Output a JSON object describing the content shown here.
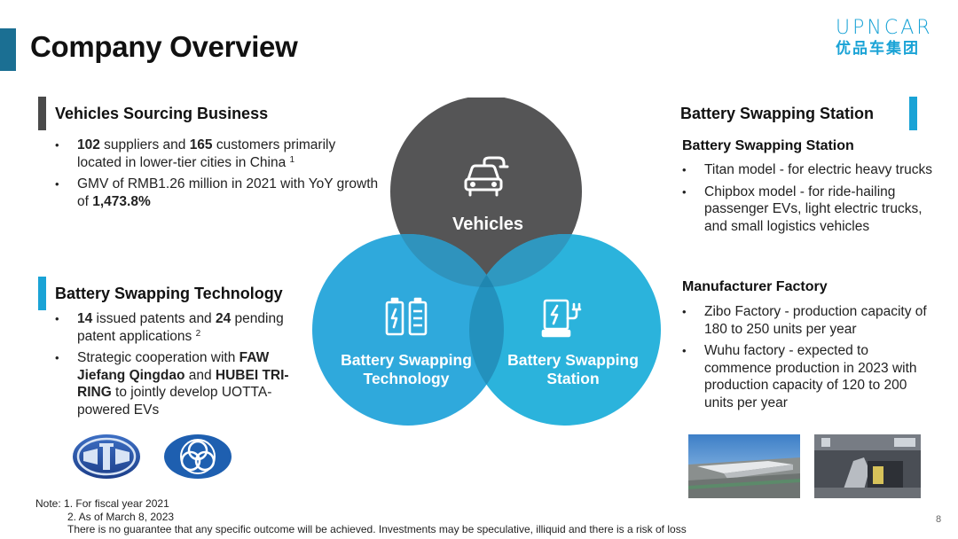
{
  "page_title": "Company Overview",
  "logo": {
    "en": "UPNCAR",
    "cn": "优品车集团"
  },
  "vehicles_sourcing": {
    "title": "Vehicles Sourcing Business",
    "b1": {
      "n1": "102",
      "t1": " suppliers and ",
      "n2": "165",
      "t2": " customers primarily located in lower-tier cities in China ",
      "sup": "1"
    },
    "b2": {
      "t1": "GMV of RMB1.26 million in 2021 with YoY growth of ",
      "n1": "1,473.8%"
    }
  },
  "swapping_tech": {
    "title": "Battery Swapping Technology",
    "b1": {
      "n1": "14",
      "t1": " issued patents and ",
      "n2": "24",
      "t2": " pending patent applications ",
      "sup": "2"
    },
    "b2": {
      "t1": "Strategic cooperation with ",
      "n1": "FAW Jiefang Qingdao",
      "t2": " and ",
      "n2": "HUBEI TRI-RING",
      "t3": " to jointly develop UOTTA-powered EVs"
    }
  },
  "swapping_station": {
    "title": "Battery Swapping Station",
    "sub1": "Battery Swapping Station",
    "items1": [
      "Titan model - for electric heavy trucks",
      "Chipbox model - for ride-hailing passenger EVs, light electric trucks, and small logistics vehicles"
    ],
    "sub2": "Manufacturer Factory",
    "items2": [
      "Zibo Factory - production capacity of 180 to 250 units per year",
      "Wuhu factory - expected to commence production in 2023 with production capacity of 120 to 200 units per year"
    ]
  },
  "venn": {
    "top_label": "Vehicles",
    "left_label_1": "Battery Swapping",
    "left_label_2": "Technology",
    "right_label_1": "Battery Swapping",
    "right_label_2": "Station",
    "colors": {
      "top": "#555556",
      "left": "#2fa9dc",
      "right": "#2bb3dc",
      "overlap": "#1f86b0"
    }
  },
  "notes": {
    "line1": "Note: 1. For fiscal year 2021",
    "line2": "2. As of March 8, 2023",
    "line3": "There is no guarantee that any specific outcome will be achieved. Investments may be speculative, illiquid and there is a risk of loss"
  },
  "page_number": "8",
  "colors": {
    "accent": "#1aa3d6",
    "dark_bar": "#4a4a4a",
    "title_bar": "#1b6f93"
  }
}
